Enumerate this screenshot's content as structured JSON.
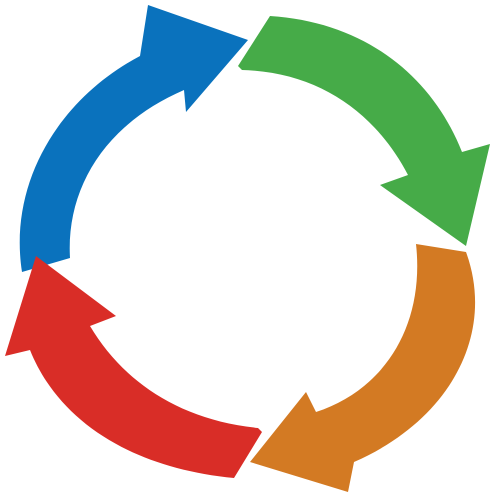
{
  "diagram": {
    "type": "cycle",
    "direction": "clockwise",
    "arrows": [
      {
        "id": "blue",
        "color": "#0a72bd",
        "position": "top-left"
      },
      {
        "id": "green",
        "color": "#46ab48",
        "position": "top-right"
      },
      {
        "id": "orange",
        "color": "#d37a23",
        "position": "bottom-right"
      },
      {
        "id": "red",
        "color": "#d92d27",
        "position": "bottom-left"
      }
    ]
  }
}
